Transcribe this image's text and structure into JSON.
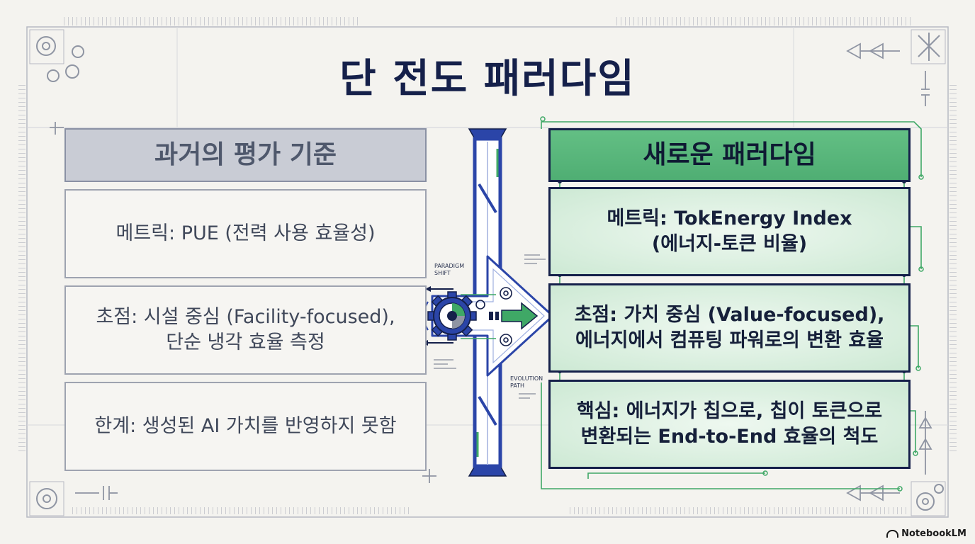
{
  "title": "단 전도 패러다임",
  "left": {
    "header": "과거의 평가 기준",
    "rows": [
      "메트릭: PUE (전력 사용 효율성)",
      "초점: 시설 중심 (Facility-focused),\n단순 냉각 효율 측정",
      "한계: 생성된 AI 가치를 반영하지 못함"
    ]
  },
  "right": {
    "header": "새로운 패러다임",
    "rows": [
      "메트릭: TokEnergy Index\n(에너지-토큰 비율)",
      "초점: 가치 중심 (Value-focused),\n에너지에서 컴퓨팅 파워로의 변환 효율",
      "핵심: 에너지가 칩으로, 칩이 토큰으로\n변환되는 End-to-End 효율의 척도"
    ]
  },
  "annotations": {
    "paradigm_shift": "PARADIGM\nSHIFT",
    "evolution_path": "EVOLUTION\nPATH"
  },
  "brand": "NotebookLM",
  "colors": {
    "title": "#15204a",
    "old_header_bg": "#c9ccd5",
    "new_header_bg": "#57b47a",
    "new_row_bg": "#d8efde",
    "accent_blue": "#2b45a8",
    "accent_green": "#3fa866"
  }
}
